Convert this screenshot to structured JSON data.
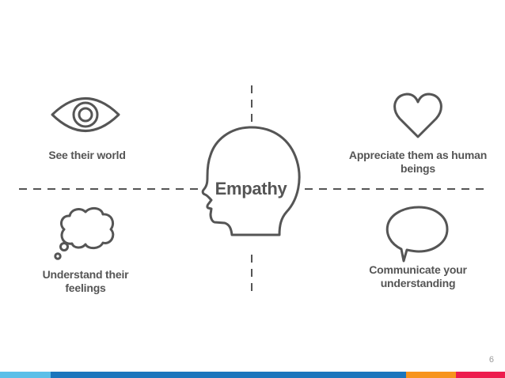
{
  "center_label": "Empathy",
  "quadrants": {
    "top_left": {
      "label": "See their world",
      "icon": "eye-icon"
    },
    "top_right": {
      "label": "Appreciate them as human beings",
      "icon": "heart-icon"
    },
    "bottom_left": {
      "label": "Understand their feelings",
      "icon": "thought-bubble-icon"
    },
    "bottom_right": {
      "label": "Communicate your understanding",
      "icon": "speech-bubble-icon"
    }
  },
  "page_number": "6",
  "colors": {
    "stroke": "#555555",
    "text": "#555555",
    "footer_light_blue": "#5bbfe8",
    "footer_blue": "#1b75bc",
    "footer_orange": "#f7941d",
    "footer_red": "#ed1c4d"
  }
}
